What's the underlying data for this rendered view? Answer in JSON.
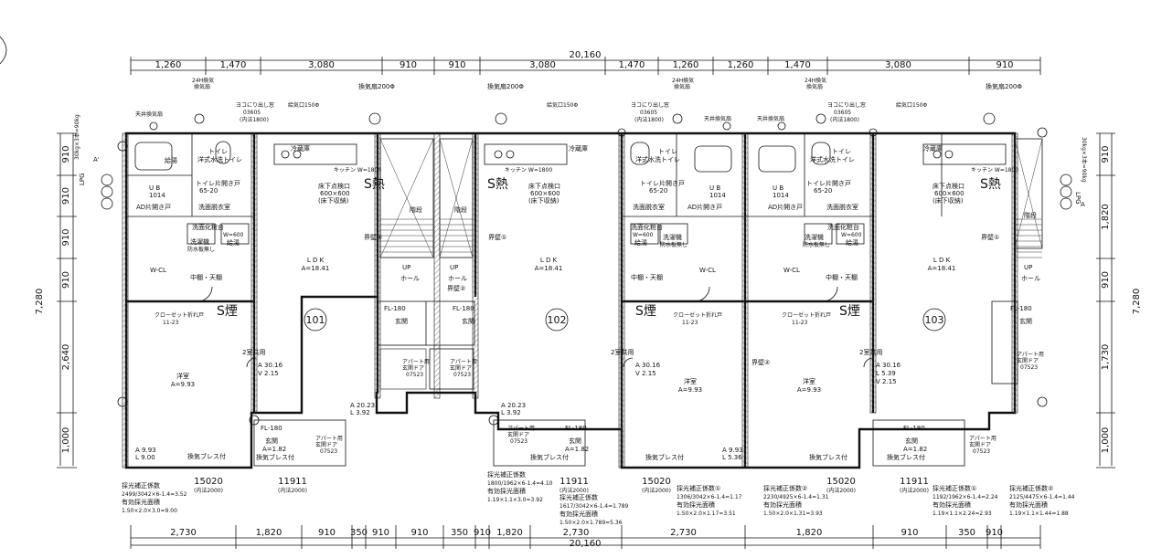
{
  "dimensions": {
    "total_width": "20,160",
    "top_segments": [
      "1,260",
      "1,470",
      "3,080",
      "910",
      "910",
      "3,080",
      "1,470",
      "1,260",
      "1,260",
      "1,470",
      "3,080",
      "910"
    ],
    "bottom_segments": [
      "2,730",
      "1,820",
      "910",
      "350",
      "910",
      "910",
      "350",
      "910",
      "1,820",
      "2,730",
      "2,730",
      "1,820",
      "910",
      "350",
      "910"
    ],
    "left_segments": [
      "910",
      "910",
      "910",
      "910",
      "2,640",
      "1,000"
    ],
    "left_total": "7,280",
    "right_segments": [
      "910",
      "1,820",
      "910",
      "1,730",
      "1,000"
    ],
    "right_total": "7,280"
  },
  "units": [
    {
      "number": "101",
      "ldk": "L D K",
      "ldk_area": "A=18.41",
      "yoshitsu": "洋室",
      "yoshitsu_area": "A=9.93",
      "toilet": "トイレ",
      "toilet_sub": "洋式水洗トイレ",
      "ub": "U B",
      "ub_size": "1014",
      "senmen": "洗面脱衣室",
      "kyuto": "給湯",
      "wcl": "W-CL",
      "kaidan": "階段",
      "hall": "ホール",
      "genkan": "玄関",
      "fl": "FL-180",
      "smoke": "S煙",
      "heat": "S熱",
      "kanki": "換気ブレス付",
      "floor_cut": "床下点検口",
      "floor_cut_size": "600×600",
      "floor_cut_note": "(床下収納)",
      "reizoko": "冷蔵庫",
      "area_note": "A 30.16",
      "v_note": "V 2.15",
      "area2": "A 20.23",
      "l2": "L 3.92",
      "entry_area": "A=1.82",
      "closet": "クローゼット折れ戸",
      "closet_size": "11-23",
      "door_apt": "アパート用",
      "door_apt2": "玄関ドア",
      "door_code": "07523",
      "light_coef_title": "採光補正係数",
      "light_coef_1": "2499/3042×6-1.4=3.52",
      "light_eff_title": "有効採光面積",
      "light_eff_1": "1.50×2.0×3.0=9.00",
      "win1": "15020",
      "win1_sub": "(内法2000)",
      "win2": "11911",
      "win2_sub": "(内法2000)"
    },
    {
      "number": "102",
      "ldk": "L D K",
      "ldk_area": "A=18.41",
      "yoshitsu": "洋室",
      "yoshitsu_area": "A=9.93",
      "light_coef_title": "採光補正係数",
      "light_coef_1": "1800/1962×6-1.4=4.10",
      "light_eff_title": "有効採光面積",
      "light_eff_1": "1.19×1.1×3.0=3.92",
      "light_coef_2": "1617/3042×6-1.4=1.789",
      "light_eff_2": "1.50×2.0×1.789=5.36",
      "win1": "11911",
      "win1_sub": "(内法2000)",
      "win2": "15020",
      "win2_sub": "(内法2000)"
    },
    {
      "number": "103",
      "ldk": "L D K",
      "ldk_area": "A=18.41",
      "yoshitsu": "洋室",
      "yoshitsu_area": "A=9.93",
      "light_coef_title": "採光補正係数①",
      "light_coef_1": "1306/3042×6-1.4=1.17",
      "light_eff_title": "有効採光面積",
      "light_eff_1": "1.50×2.0×1.17=3.51",
      "light_coef_2_title": "採光補正係数②",
      "light_coef_2": "2230/4925×6-1.4=1.31",
      "light_eff_2": "1.50×2.0×1.31=3.93",
      "light_coef_3_title": "採光補正係数①",
      "light_coef_3": "1192/1962×6-1.4=2.24",
      "light_eff_3": "1.19×1.1×2.24=2.93",
      "light_coef_4_title": "採光補正係数②",
      "light_coef_4": "2125/4475×6-1.4=1.44",
      "light_eff_4": "1.19×1.1×1.44=1.88",
      "win1": "15020",
      "win1_sub": "(内法2000)",
      "win2": "11911",
      "win2_sub": "(内法2000)"
    }
  ],
  "labels": {
    "vent": "換気扇200Φ",
    "vent_24h": "24H換気",
    "vent_24h_2": "換気扇",
    "ceiling_vent": "天井換気扇",
    "yoko_window": "ヨコにり出し窓",
    "yoko_window_code": "03605",
    "yoko_window_sub": "(内法1800)",
    "air_intake": "給気口150Φ",
    "kitchen": "キッチン W=1800",
    "washer": "洗濯機",
    "washer_sub": "防水板無し",
    "senmen_kesho": "洗面化粧台",
    "senmen_w": "W=600",
    "toilet_door": "トイレ片開き戸",
    "toilet_door_size": "65-20",
    "ad_door": "AD片開き戸",
    "nakadana": "中棚・天棚",
    "kaiheki1": "界壁①",
    "kaiheki2": "界壁②",
    "up": "UP",
    "kyoyo": "2室共用",
    "lpg": "LPG",
    "lpg_sub": "30kg×3本=90kg",
    "l_note": "L 5.39",
    "v_note2": "V 2.15",
    "a_note": "A 9.93",
    "l_note2": "L 9.00",
    "a_note3": "A 9.93",
    "l_note3": "L 5.36",
    "side_A": "A'",
    "r_A": "A"
  }
}
